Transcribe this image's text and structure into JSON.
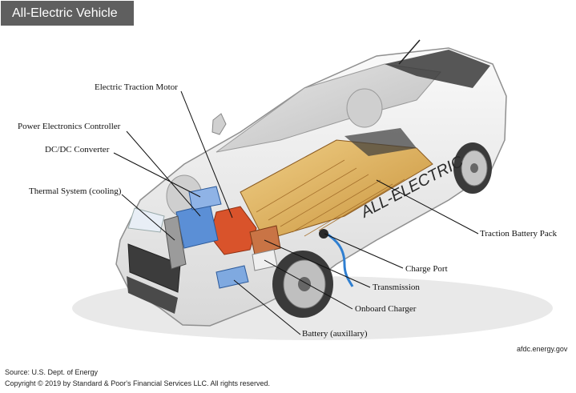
{
  "title": "All-Electric Vehicle",
  "car_text": "ALL-ELECTRIC",
  "labels": {
    "motor": "Electric Traction Motor",
    "pec": "Power Electronics Controller",
    "dcdc": "DC/DC Converter",
    "thermal": "Thermal System (cooling)",
    "battery_pack": "Traction Battery Pack",
    "charge_port": "Charge Port",
    "transmission": "Transmission",
    "charger": "Onboard Charger",
    "aux_battery": "Battery (auxillary)"
  },
  "credit": "afdc.energy.gov",
  "footer": {
    "source": "Source: U.S. Dept. of Energy",
    "copyright": "Copyright © 2019 by Standard & Poor's Financial Services LLC. All rights reserved."
  },
  "colors": {
    "title_bg": "#5f5f5f",
    "battery": "#e3b35a",
    "motor": "#d9532b",
    "converter": "#5b8fd6",
    "cable": "#2f7fd1"
  }
}
